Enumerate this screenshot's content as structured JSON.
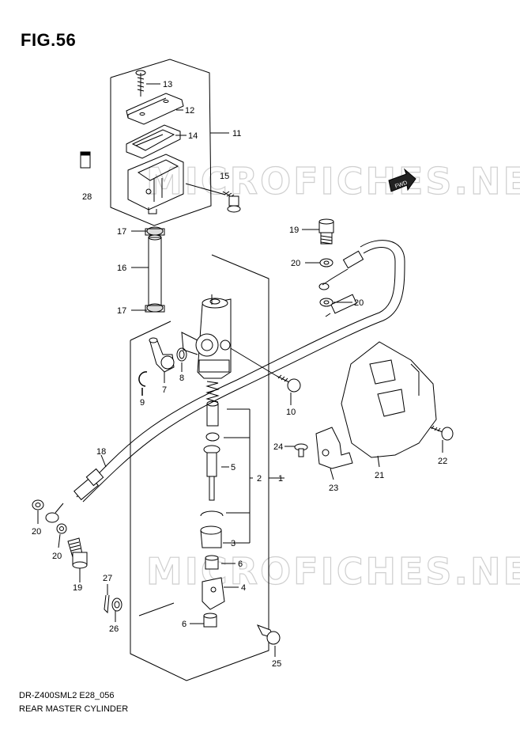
{
  "figure_title": "FIG.56",
  "footer": {
    "code": "DR-Z400SML2 E28_056",
    "name": "REAR MASTER CYLINDER"
  },
  "watermark": "MICROFICHES.NET",
  "fwd_badge": "FWD",
  "callouts": {
    "c1": "1",
    "c2": "2",
    "c3": "3",
    "c4": "4",
    "c5": "5",
    "c6a": "6",
    "c6b": "6",
    "c7": "7",
    "c8": "8",
    "c9": "9",
    "c10": "10",
    "c11": "11",
    "c12": "12",
    "c13": "13",
    "c14": "14",
    "c15": "15",
    "c16": "16",
    "c17a": "17",
    "c17b": "17",
    "c18": "18",
    "c19a": "19",
    "c19b": "19",
    "c20a": "20",
    "c20b": "20",
    "c20c": "20",
    "c20d": "20",
    "c21": "21",
    "c22": "22",
    "c23": "23",
    "c24": "24",
    "c25": "25",
    "c26": "26",
    "c27": "27",
    "c28": "28"
  },
  "colors": {
    "line": "#000000",
    "watermark": "#cfcfcf",
    "background": "#ffffff"
  }
}
